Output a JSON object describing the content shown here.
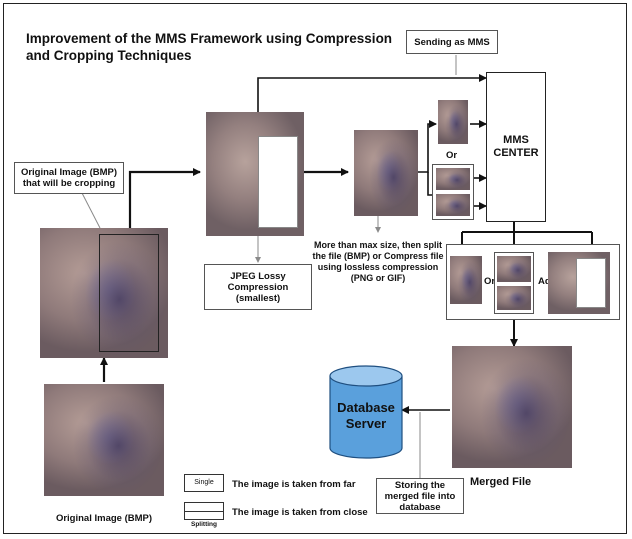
{
  "title": "Improvement of the MMS Framework using Compression and Cropping Techniques",
  "nodes": {
    "sending": "Sending as MMS",
    "mms_center": "MMS CENTER",
    "original_cropping": "Original Image (BMP) that will be cropping",
    "jpeg": "JPEG Lossy Compression (smallest)",
    "max_size": "More than max size, then split the file (BMP) or Compress file using lossless compression (PNG or GIF)",
    "or_top": "Or",
    "or_bottom": "Or",
    "add": "Add",
    "database": "Database Server",
    "merged_file": "Merged File",
    "storing": "Storing the merged file into database",
    "original_bmp": "Original Image (BMP)"
  },
  "legend": {
    "single_label": "Single",
    "single_text": "The image is taken from far",
    "splitting_label": "Splitting",
    "splitting_text": "The image is taken from close"
  },
  "colors": {
    "cylinder": "#5aa0dc",
    "cylinder_top": "#9cc8ee",
    "arrow": "#111111",
    "thin_arrow": "#8a8a8a"
  }
}
